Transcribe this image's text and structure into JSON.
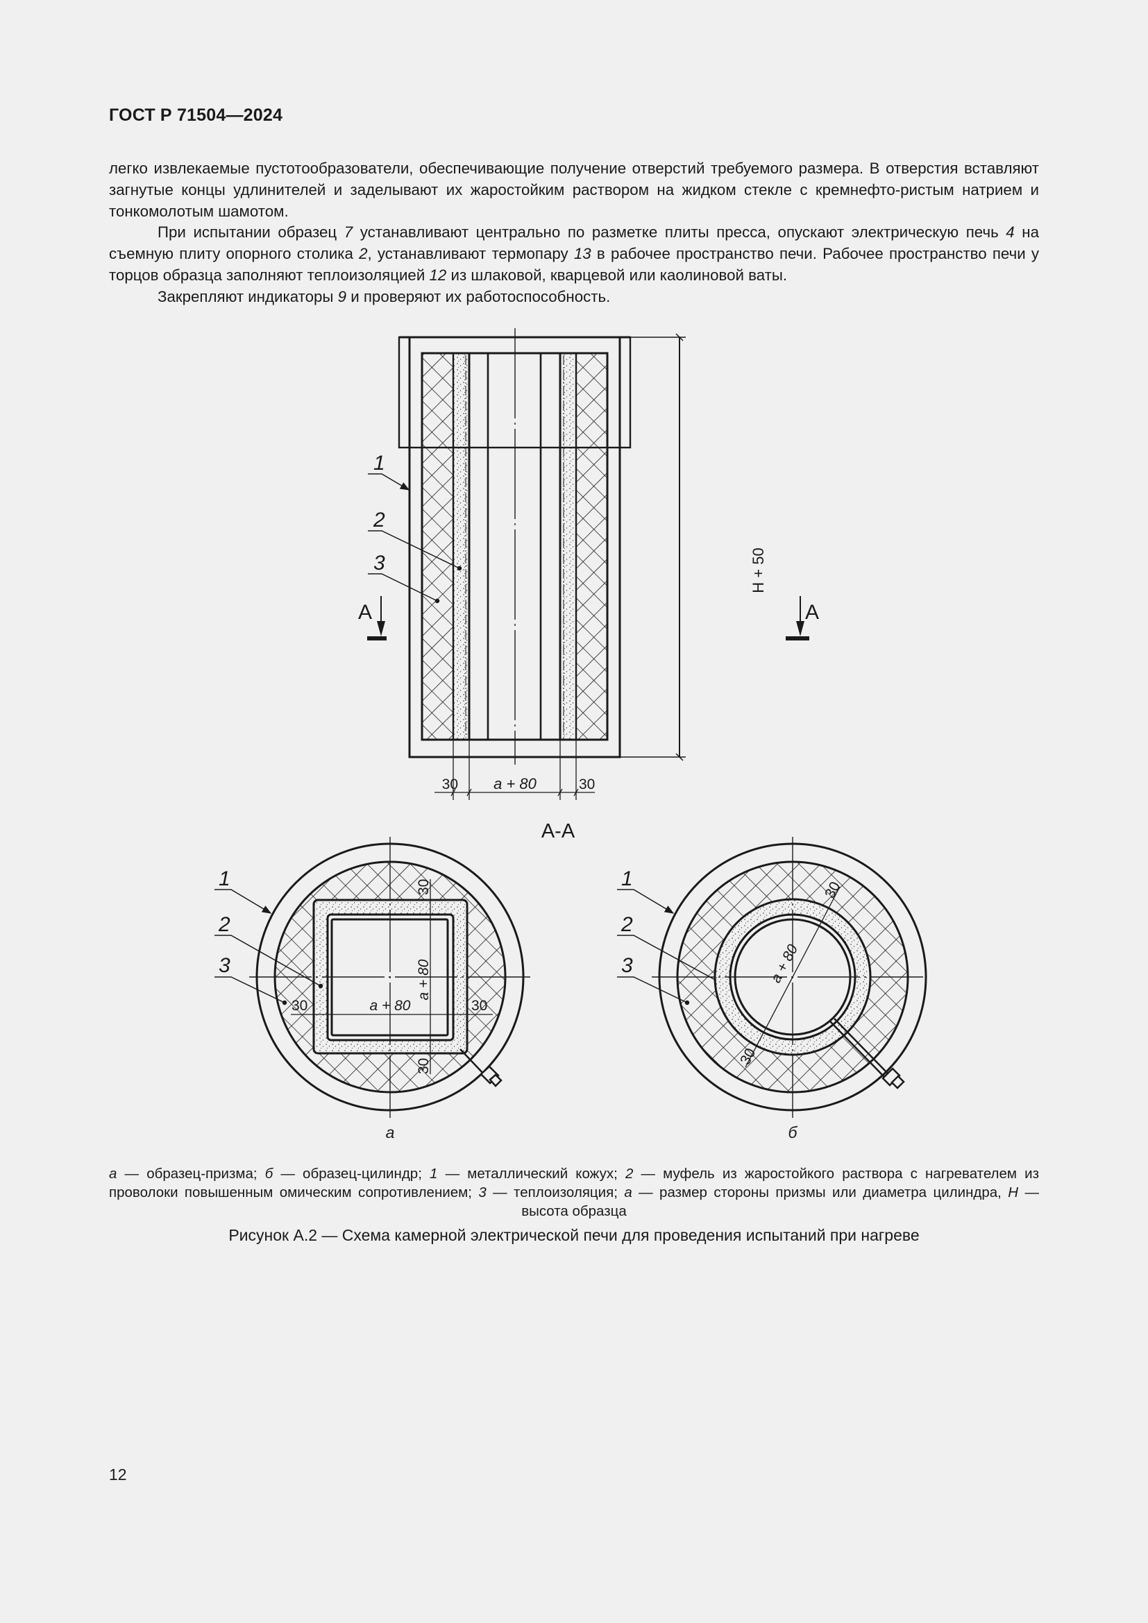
{
  "header": {
    "doc_id": "ГОСТ Р 71504—2024"
  },
  "body": {
    "paragraphs": [
      {
        "indent": false,
        "segments": [
          {
            "t": "легко извлекаемые пустотообразователи, обеспечивающие получение отверстий требуемого размера. В отверстия вставляют загнутые концы удлинителей и заделывают их жаростойким раствором на жидком стекле с кремнефто-ристым натрием и тонкомолотым шамотом.",
            "i": false
          }
        ]
      },
      {
        "indent": true,
        "segments": [
          {
            "t": "При испытании образец ",
            "i": false
          },
          {
            "t": "7",
            "i": true
          },
          {
            "t": " устанавливают центрально по разметке плиты пресса, опускают электрическую печь ",
            "i": false
          },
          {
            "t": "4",
            "i": true
          },
          {
            "t": " на съемную плиту опорного столика ",
            "i": false
          },
          {
            "t": "2",
            "i": true
          },
          {
            "t": ", устанавливают термопару ",
            "i": false
          },
          {
            "t": "13",
            "i": true
          },
          {
            "t": " в рабочее пространство печи. Рабочее пространство печи у торцов образца заполняют теплоизоляцией ",
            "i": false
          },
          {
            "t": "12",
            "i": true
          },
          {
            "t": " из шлаковой, кварцевой или каолиновой ваты.",
            "i": false
          }
        ]
      },
      {
        "indent": true,
        "segments": [
          {
            "t": "Закрепляют индикаторы ",
            "i": false
          },
          {
            "t": "9",
            "i": true
          },
          {
            "t": " и проверяют их работоспособность.",
            "i": false
          }
        ]
      }
    ]
  },
  "figure": {
    "side_view": {
      "callouts": [
        "1",
        "2",
        "3"
      ],
      "section_mark_left": "A",
      "section_mark_right": "A",
      "dim_height": "H + 50",
      "dim_left": "30",
      "dim_center": "a + 80",
      "dim_right": "30"
    },
    "section_title": "А-А",
    "section_a": {
      "label": "а",
      "callouts": [
        "1",
        "2",
        "3"
      ],
      "dim_top": "30",
      "dim_bottom": "30",
      "dim_left": "30",
      "dim_right": "30",
      "dim_width": "a + 80",
      "dim_height": "a + 80"
    },
    "section_b": {
      "label": "б",
      "callouts": [
        "1",
        "2",
        "3"
      ],
      "dim_top": "30",
      "dim_bottom": "30",
      "dim_diameter": "a + 80"
    }
  },
  "legend": {
    "segments": [
      {
        "t": "а",
        "i": true
      },
      {
        "t": " — образец-призма; ",
        "i": false
      },
      {
        "t": "б",
        "i": true
      },
      {
        "t": " — образец-цилиндр; ",
        "i": false
      },
      {
        "t": "1",
        "i": true
      },
      {
        "t": " — металлический кожух; ",
        "i": false
      },
      {
        "t": "2",
        "i": true
      },
      {
        "t": " — муфель из жаростойкого раствора с нагревателем из проволоки повышенным омическим сопротивлением; ",
        "i": false
      },
      {
        "t": "3",
        "i": true
      },
      {
        "t": " — теплоизоляция; ",
        "i": false
      },
      {
        "t": "а",
        "i": true
      },
      {
        "t": " — размер стороны призмы или диаметра цилиндра, ",
        "i": false
      },
      {
        "t": "H",
        "i": true
      },
      {
        "t": " — высота образца",
        "i": false
      }
    ]
  },
  "caption": "Рисунок А.2 — Схема камерной электрической печи для проведения испытаний при нагреве",
  "page_number": "12"
}
